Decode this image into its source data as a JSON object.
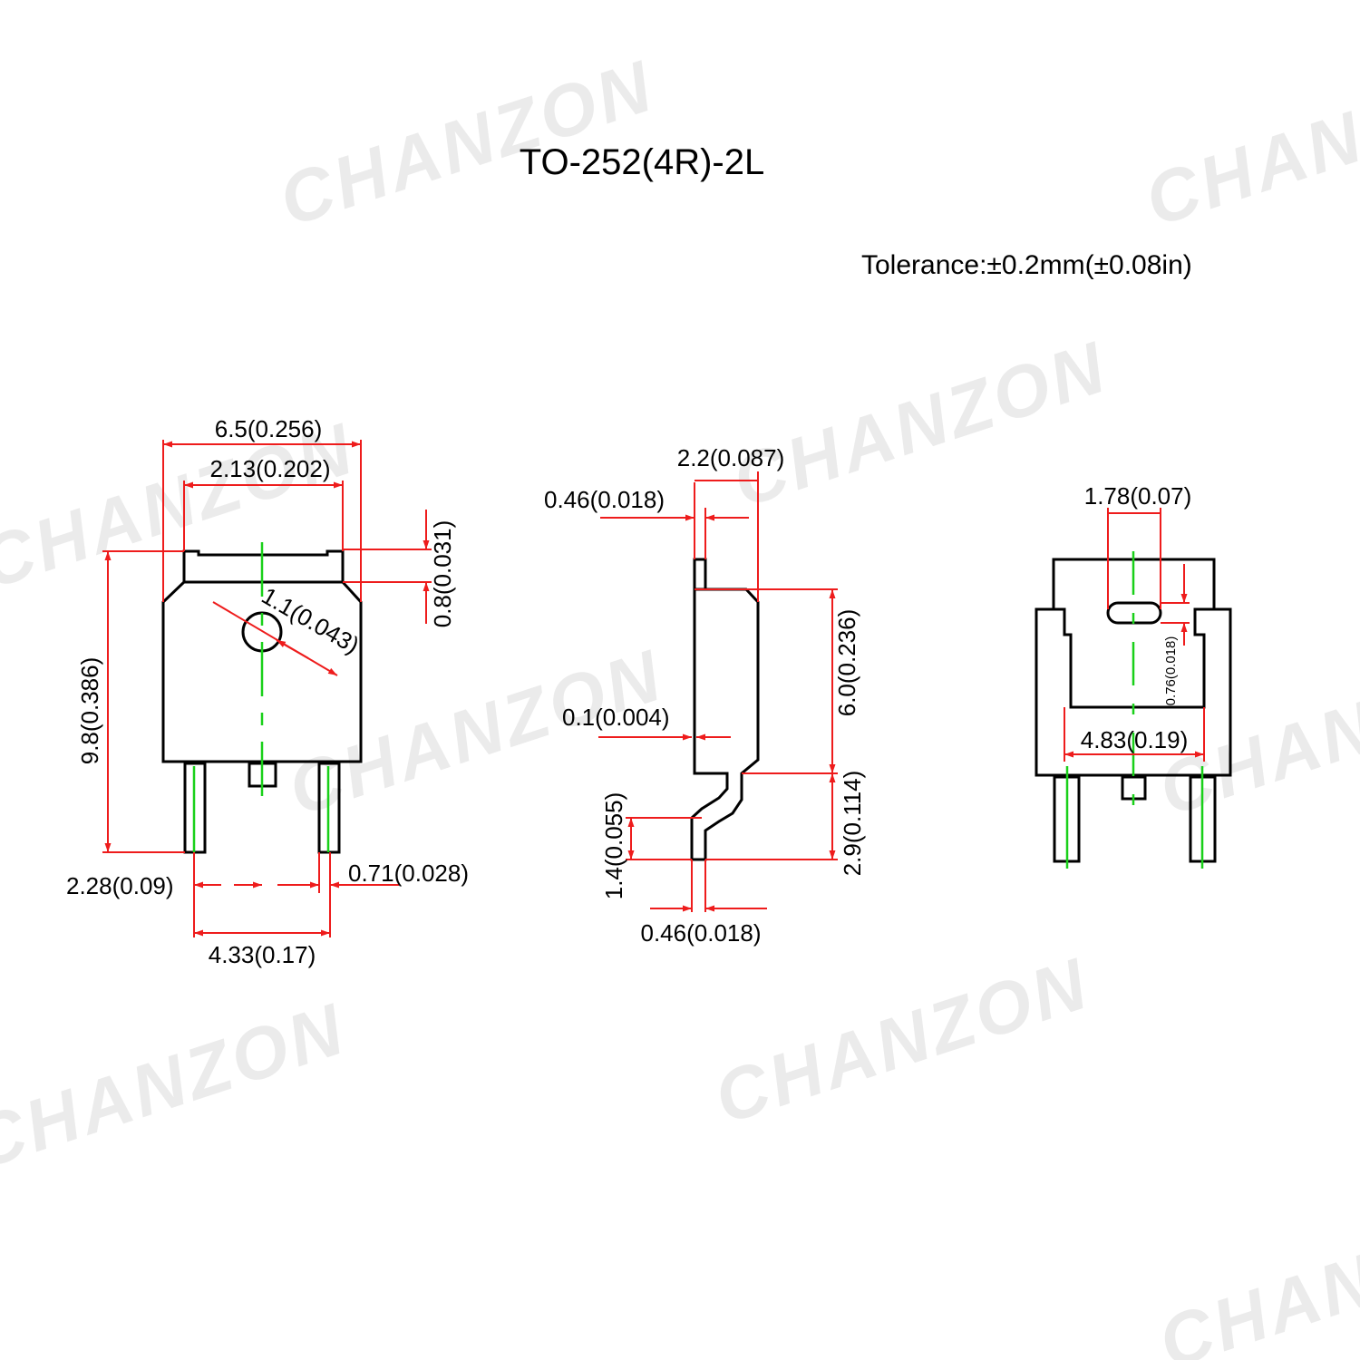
{
  "watermark": {
    "text": "CHANZON"
  },
  "title": "TO-252(4R)-2L",
  "tolerance": "Tolerance:±0.2mm(±0.08in)",
  "front_view": {
    "overall_width": "6.5(0.256)",
    "tab_width": "2.13(0.202)",
    "tab_height": "0.8(0.031)",
    "hole_diameter": "1.1(0.043)",
    "total_height": "9.8(0.386)",
    "pin_pitch": "2.28(0.09)",
    "pin_width": "0.71(0.028)",
    "pin_span": "4.33(0.17)"
  },
  "side_view": {
    "body_thickness": "2.2(0.087)",
    "tab_thickness": "0.46(0.018)",
    "body_height": "6.0(0.236)",
    "standoff": "0.1(0.004)",
    "lead_bend": "1.4(0.055)",
    "lead_height": "2.9(0.114)",
    "lead_thickness": "0.46(0.018)"
  },
  "back_view": {
    "slot_width": "1.78(0.07)",
    "slot_height": "0.76(0.018)",
    "pad_width": "4.83(0.19)"
  },
  "colors": {
    "dimension": "#ee1c1c",
    "centerline": "#19d019",
    "outline": "#000000",
    "watermark": "#ebebeb"
  }
}
